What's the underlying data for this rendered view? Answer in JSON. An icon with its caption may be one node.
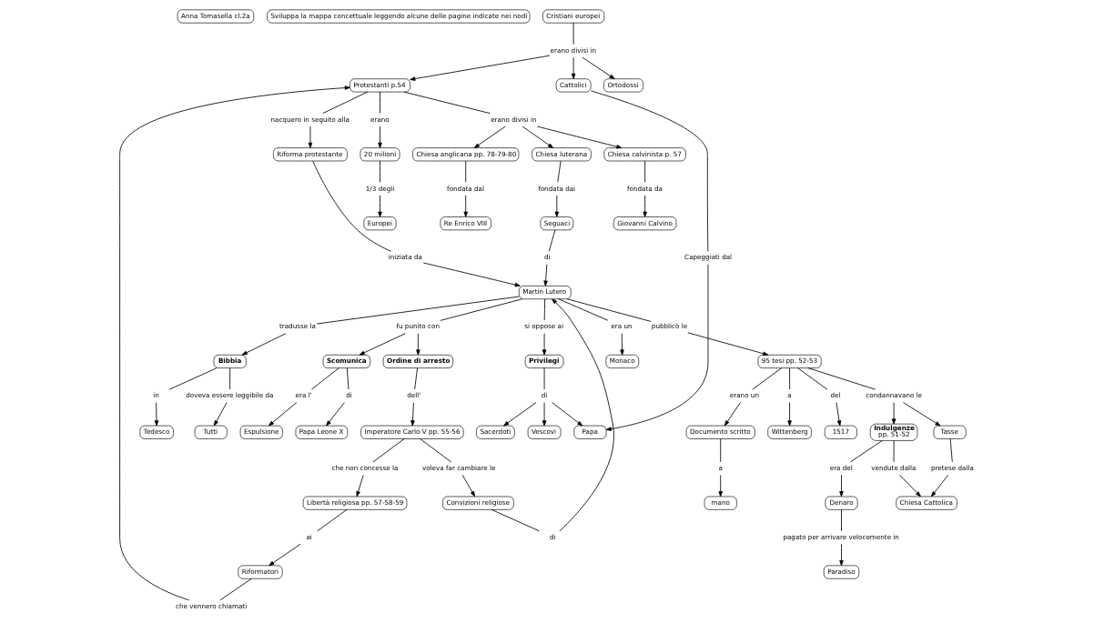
{
  "diagram": {
    "nodes": [
      {
        "text": [
          "Anna Tomasella cl.2a"
        ]
      },
      {
        "text": [
          "Sviluppa la mappa concettuale leggendo alcune delle pagine indicate nei nodi"
        ]
      },
      {
        "text": [
          "Cristiani europei"
        ]
      },
      {
        "text": [
          "erano divisi in"
        ]
      },
      {
        "text": [
          "Cattolici"
        ]
      },
      {
        "text": [
          "Ortodossi"
        ]
      },
      {
        "text": [
          "Protestanti p.54"
        ]
      },
      {
        "text": [
          "nacquero in seguito alla"
        ]
      },
      {
        "text": [
          "Riforma protestante"
        ]
      },
      {
        "text": [
          "erano divisi in"
        ]
      },
      {
        "text": [
          "Chiesa luterana"
        ]
      },
      {
        "text": [
          "Chiesa calvinista p. 57"
        ]
      },
      {
        "text": [
          "Chiesa anglicana pp. 78-79-80"
        ]
      },
      {
        "text": [
          "erano"
        ]
      },
      {
        "text": [
          "20 milioni"
        ]
      },
      {
        "text": [
          "iniziata da"
        ]
      },
      {
        "text": [
          "fondata dai"
        ]
      },
      {
        "text": [
          "fondata da"
        ]
      },
      {
        "text": [
          "fondata dal"
        ]
      },
      {
        "text": [
          "1/3 degli"
        ]
      },
      {
        "text": [
          "Martin Lutero"
        ]
      },
      {
        "text": [
          "di"
        ]
      },
      {
        "text": [
          "Seguaci"
        ]
      },
      {
        "text": [
          "Giovanni Calvino"
        ]
      },
      {
        "text": [
          "Re Enrico VIII"
        ]
      },
      {
        "text": [
          "Europei"
        ]
      },
      {
        "text": [
          "di"
        ]
      },
      {
        "text": [
          "era un"
        ]
      },
      {
        "text": [
          "pubblicò le"
        ]
      },
      {
        "text": [
          "tradusse la"
        ]
      },
      {
        "text": [
          "si oppose ai"
        ]
      },
      {
        "text": [
          "fu punito con"
        ]
      },
      {
        "text": [
          "Monaco"
        ]
      },
      {
        "text": [
          "95 tesi pp. 52-53"
        ]
      },
      {
        "text": [
          "Bibbia"
        ]
      },
      {
        "text": [
          "Privilegi"
        ]
      },
      {
        "text": [
          "Scomunica"
        ]
      },
      {
        "text": [
          "Ordine di arresto"
        ]
      },
      {
        "text": [
          "erano un"
        ]
      },
      {
        "text": [
          "a"
        ]
      },
      {
        "text": [
          "del"
        ]
      },
      {
        "text": [
          "condannavano le"
        ]
      },
      {
        "text": [
          "in"
        ]
      },
      {
        "text": [
          "doveva essere leggibile da"
        ]
      },
      {
        "text": [
          "di"
        ]
      },
      {
        "text": [
          "di"
        ]
      },
      {
        "text": [
          "era l'"
        ]
      },
      {
        "text": [
          "dell'"
        ]
      },
      {
        "text": [
          "Documento scritto"
        ]
      },
      {
        "text": [
          "Wittenberg"
        ]
      },
      {
        "text": [
          "1517"
        ]
      },
      {
        "text": [
          "Indulgenze",
          "pp. 51-52"
        ]
      },
      {
        "text": [
          "Tasse"
        ]
      },
      {
        "text": [
          "Tedesco"
        ]
      },
      {
        "text": [
          "Tutti"
        ]
      },
      {
        "text": [
          "Sacerdoti"
        ]
      },
      {
        "text": [
          "Vescovi"
        ]
      },
      {
        "text": [
          "Papa"
        ]
      },
      {
        "text": [
          "Papa Leone X"
        ]
      },
      {
        "text": [
          "Espulsione"
        ]
      },
      {
        "text": [
          "Imperatore Carlo V pp. 55-56"
        ]
      },
      {
        "text": [
          "a"
        ]
      },
      {
        "text": [
          "era del"
        ]
      },
      {
        "text": [
          "vendute dalla"
        ]
      },
      {
        "text": [
          "pretese dalla"
        ]
      },
      {
        "text": [
          "che non concesse la"
        ]
      },
      {
        "text": [
          "voleva far cambiare le"
        ]
      },
      {
        "text": [
          "mano"
        ]
      },
      {
        "text": [
          "Denaro"
        ]
      },
      {
        "text": [
          "Chiesa Cattolica"
        ]
      },
      {
        "text": [
          "Libertà religiosa pp. 57-58-59"
        ]
      },
      {
        "text": [
          "Convizioni religiose"
        ]
      },
      {
        "text": [
          "pagato per arrivare velocemente in"
        ]
      },
      {
        "text": [
          "ai"
        ]
      },
      {
        "text": [
          "Paradiso"
        ]
      },
      {
        "text": [
          "Riformatori"
        ]
      },
      {
        "text": [
          "Capeggiati dal"
        ]
      },
      {
        "text": [
          "che vennero chiamati"
        ]
      }
    ],
    "edges": [
      {
        "from": 2,
        "to": 3,
        "arrow": "none"
      },
      {
        "from": 3,
        "to": 4,
        "arrow": "to"
      },
      {
        "from": 3,
        "to": 5,
        "arrow": "to"
      },
      {
        "from": 3,
        "to": 6,
        "arrow": "to"
      },
      {
        "from": 4,
        "to": 76,
        "arrow": "none"
      },
      {
        "from": 76,
        "to": 57,
        "arrow": "to"
      },
      {
        "from": 6,
        "to": 7,
        "arrow": "none"
      },
      {
        "from": 7,
        "to": 8,
        "arrow": "to"
      },
      {
        "from": 6,
        "to": 9,
        "arrow": "none"
      },
      {
        "from": 9,
        "to": 10,
        "arrow": "to"
      },
      {
        "from": 9,
        "to": 11,
        "arrow": "to"
      },
      {
        "from": 9,
        "to": 12,
        "arrow": "to"
      },
      {
        "from": 6,
        "to": 13,
        "arrow": "none"
      },
      {
        "from": 13,
        "to": 14,
        "arrow": "to"
      },
      {
        "from": 8,
        "to": 15,
        "arrow": "none"
      },
      {
        "from": 15,
        "to": 20,
        "arrow": "to"
      },
      {
        "from": 10,
        "to": 16,
        "arrow": "none"
      },
      {
        "from": 16,
        "to": 22,
        "arrow": "to"
      },
      {
        "from": 11,
        "to": 17,
        "arrow": "none"
      },
      {
        "from": 17,
        "to": 23,
        "arrow": "to"
      },
      {
        "from": 12,
        "to": 18,
        "arrow": "none"
      },
      {
        "from": 18,
        "to": 24,
        "arrow": "to"
      },
      {
        "from": 14,
        "to": 19,
        "arrow": "none"
      },
      {
        "from": 19,
        "to": 25,
        "arrow": "to"
      },
      {
        "from": 22,
        "to": 21,
        "arrow": "none"
      },
      {
        "from": 21,
        "to": 20,
        "arrow": "to"
      },
      {
        "from": 71,
        "to": 26,
        "arrow": "none"
      },
      {
        "from": 26,
        "to": 20,
        "arrow": "to"
      },
      {
        "from": 20,
        "to": 27,
        "arrow": "none"
      },
      {
        "from": 20,
        "to": 28,
        "arrow": "none"
      },
      {
        "from": 20,
        "to": 29,
        "arrow": "none"
      },
      {
        "from": 20,
        "to": 30,
        "arrow": "none"
      },
      {
        "from": 20,
        "to": 31,
        "arrow": "none"
      },
      {
        "from": 27,
        "to": 32,
        "arrow": "to"
      },
      {
        "from": 28,
        "to": 33,
        "arrow": "to"
      },
      {
        "from": 29,
        "to": 34,
        "arrow": "to"
      },
      {
        "from": 30,
        "to": 35,
        "arrow": "to"
      },
      {
        "from": 31,
        "to": 36,
        "arrow": "to"
      },
      {
        "from": 31,
        "to": 37,
        "arrow": "to"
      },
      {
        "from": 33,
        "to": 38,
        "arrow": "none"
      },
      {
        "from": 33,
        "to": 39,
        "arrow": "none"
      },
      {
        "from": 33,
        "to": 40,
        "arrow": "none"
      },
      {
        "from": 33,
        "to": 41,
        "arrow": "none"
      },
      {
        "from": 38,
        "to": 48,
        "arrow": "to"
      },
      {
        "from": 39,
        "to": 49,
        "arrow": "to"
      },
      {
        "from": 40,
        "to": 50,
        "arrow": "to"
      },
      {
        "from": 41,
        "to": 51,
        "arrow": "to"
      },
      {
        "from": 41,
        "to": 52,
        "arrow": "to"
      },
      {
        "from": 34,
        "to": 42,
        "arrow": "none"
      },
      {
        "from": 34,
        "to": 43,
        "arrow": "none"
      },
      {
        "from": 42,
        "to": 53,
        "arrow": "to"
      },
      {
        "from": 43,
        "to": 54,
        "arrow": "to"
      },
      {
        "from": 35,
        "to": 44,
        "arrow": "none"
      },
      {
        "from": 44,
        "to": 55,
        "arrow": "to"
      },
      {
        "from": 44,
        "to": 56,
        "arrow": "to"
      },
      {
        "from": 44,
        "to": 57,
        "arrow": "to"
      },
      {
        "from": 36,
        "to": 45,
        "arrow": "none"
      },
      {
        "from": 36,
        "to": 46,
        "arrow": "none"
      },
      {
        "from": 45,
        "to": 58,
        "arrow": "to"
      },
      {
        "from": 46,
        "to": 59,
        "arrow": "to"
      },
      {
        "from": 37,
        "to": 47,
        "arrow": "none"
      },
      {
        "from": 47,
        "to": 60,
        "arrow": "to"
      },
      {
        "from": 48,
        "to": 61,
        "arrow": "none"
      },
      {
        "from": 61,
        "to": 67,
        "arrow": "to"
      },
      {
        "from": 51,
        "to": 62,
        "arrow": "none"
      },
      {
        "from": 62,
        "to": 68,
        "arrow": "to"
      },
      {
        "from": 51,
        "to": 63,
        "arrow": "none"
      },
      {
        "from": 63,
        "to": 69,
        "arrow": "to"
      },
      {
        "from": 52,
        "to": 64,
        "arrow": "none"
      },
      {
        "from": 64,
        "to": 69,
        "arrow": "to"
      },
      {
        "from": 60,
        "to": 65,
        "arrow": "none"
      },
      {
        "from": 65,
        "to": 70,
        "arrow": "to"
      },
      {
        "from": 60,
        "to": 66,
        "arrow": "none"
      },
      {
        "from": 66,
        "to": 71,
        "arrow": "to"
      },
      {
        "from": 68,
        "to": 72,
        "arrow": "none"
      },
      {
        "from": 72,
        "to": 74,
        "arrow": "to"
      },
      {
        "from": 70,
        "to": 73,
        "arrow": "none"
      },
      {
        "from": 73,
        "to": 75,
        "arrow": "to"
      },
      {
        "from": 75,
        "to": 77,
        "arrow": "none"
      },
      {
        "from": 77,
        "to": 6,
        "arrow": "to"
      }
    ]
  }
}
